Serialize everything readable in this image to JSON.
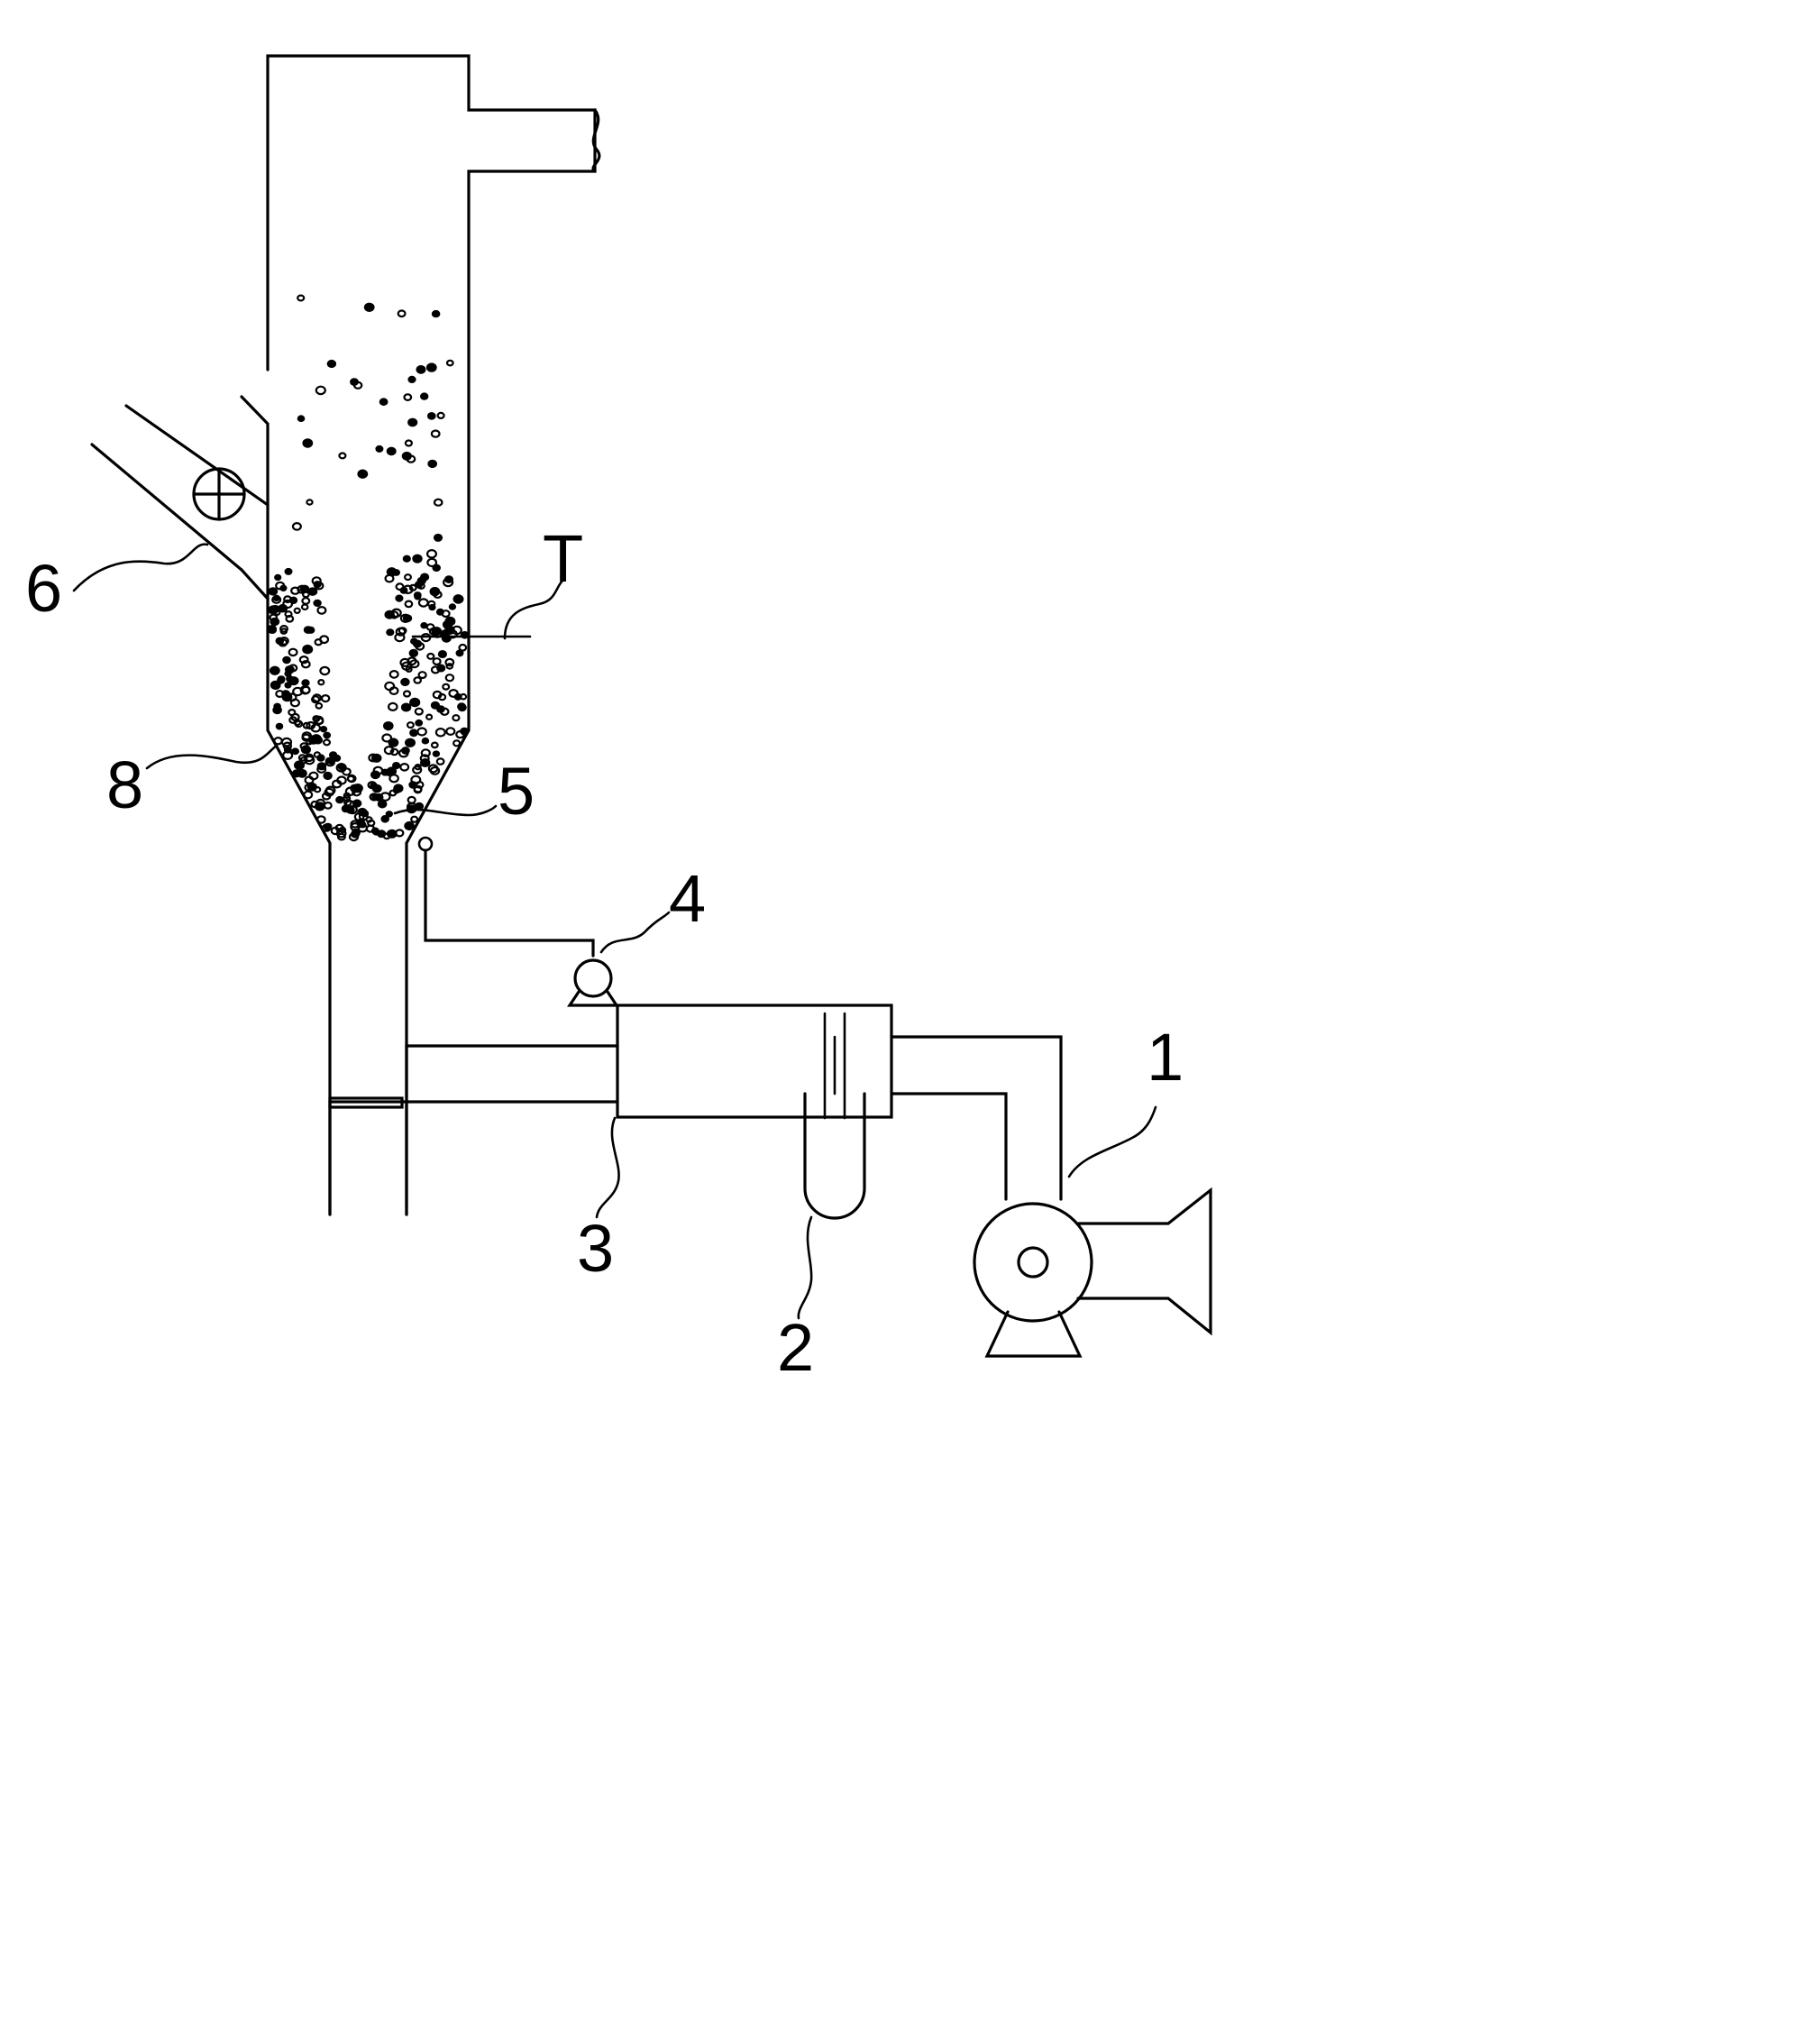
{
  "labels": {
    "fan": "1",
    "manometer": "2",
    "heater": "3",
    "pump": "4",
    "nozzle": "5",
    "feed_inlet": "6",
    "granule_bed": "8",
    "temperature": "T"
  },
  "icons": {
    "rotary_valve": "circle-cross-icon",
    "pump": "pump-icon",
    "fan": "centrifugal-fan-icon"
  },
  "colors": {
    "line": "#000000",
    "background": "#ffffff"
  }
}
